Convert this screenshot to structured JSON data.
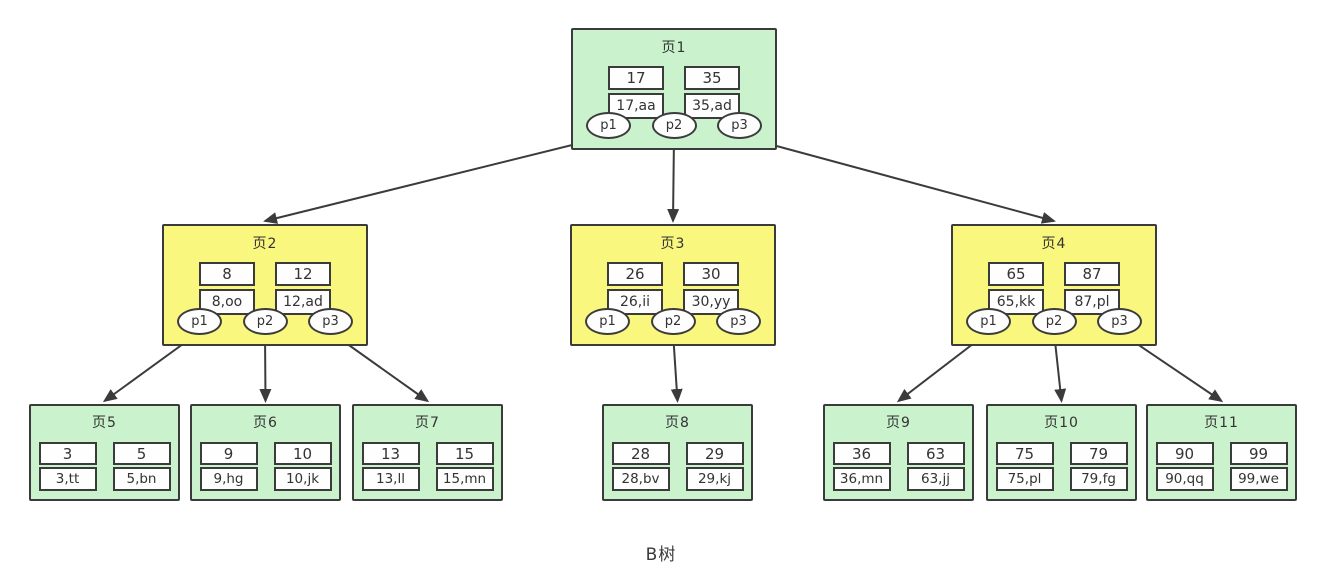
{
  "caption": "B树",
  "colors": {
    "node_green": "#c9f2cd",
    "node_yellow": "#f9f77e",
    "line": "#3b3b3b",
    "cell_bg": "#fefefe",
    "canvas_bg": "#ffffff",
    "text": "#333333"
  },
  "nodes": {
    "page1": {
      "title": "页1",
      "entries": [
        {
          "key": "17",
          "value": "17,aa"
        },
        {
          "key": "35",
          "value": "35,ad"
        }
      ],
      "pointers": [
        "p1",
        "p2",
        "p3"
      ]
    },
    "page2": {
      "title": "页2",
      "entries": [
        {
          "key": "8",
          "value": "8,oo"
        },
        {
          "key": "12",
          "value": "12,ad"
        }
      ],
      "pointers": [
        "p1",
        "p2",
        "p3"
      ]
    },
    "page3": {
      "title": "页3",
      "entries": [
        {
          "key": "26",
          "value": "26,ii"
        },
        {
          "key": "30",
          "value": "30,yy"
        }
      ],
      "pointers": [
        "p1",
        "p2",
        "p3"
      ]
    },
    "page4": {
      "title": "页4",
      "entries": [
        {
          "key": "65",
          "value": "65,kk"
        },
        {
          "key": "87",
          "value": "87,pl"
        }
      ],
      "pointers": [
        "p1",
        "p2",
        "p3"
      ]
    },
    "page5": {
      "title": "页5",
      "entries": [
        {
          "key": "3",
          "value": "3,tt"
        },
        {
          "key": "5",
          "value": "5,bn"
        }
      ]
    },
    "page6": {
      "title": "页6",
      "entries": [
        {
          "key": "9",
          "value": "9,hg"
        },
        {
          "key": "10",
          "value": "10,jk"
        }
      ]
    },
    "page7": {
      "title": "页7",
      "entries": [
        {
          "key": "13",
          "value": "13,ll"
        },
        {
          "key": "15",
          "value": "15,mn"
        }
      ]
    },
    "page8": {
      "title": "页8",
      "entries": [
        {
          "key": "28",
          "value": "28,bv"
        },
        {
          "key": "29",
          "value": "29,kj"
        }
      ]
    },
    "page9": {
      "title": "页9",
      "entries": [
        {
          "key": "36",
          "value": "36,mn"
        },
        {
          "key": "63",
          "value": "63,jj"
        }
      ]
    },
    "page10": {
      "title": "页10",
      "entries": [
        {
          "key": "75",
          "value": "75,pl"
        },
        {
          "key": "79",
          "value": "79,fg"
        }
      ]
    },
    "page11": {
      "title": "页11",
      "entries": [
        {
          "key": "90",
          "value": "90,qq"
        },
        {
          "key": "99",
          "value": "99,we"
        }
      ]
    }
  },
  "edges": [
    {
      "from": "page1-p1",
      "to": "page2"
    },
    {
      "from": "page1-p2",
      "to": "page3"
    },
    {
      "from": "page1-p3",
      "to": "page4"
    },
    {
      "from": "page2-p1",
      "to": "page5"
    },
    {
      "from": "page2-p2",
      "to": "page6"
    },
    {
      "from": "page2-p3",
      "to": "page7"
    },
    {
      "from": "page3-p2",
      "to": "page8"
    },
    {
      "from": "page4-p1",
      "to": "page9"
    },
    {
      "from": "page4-p2",
      "to": "page10"
    },
    {
      "from": "page4-p3",
      "to": "page11"
    }
  ]
}
